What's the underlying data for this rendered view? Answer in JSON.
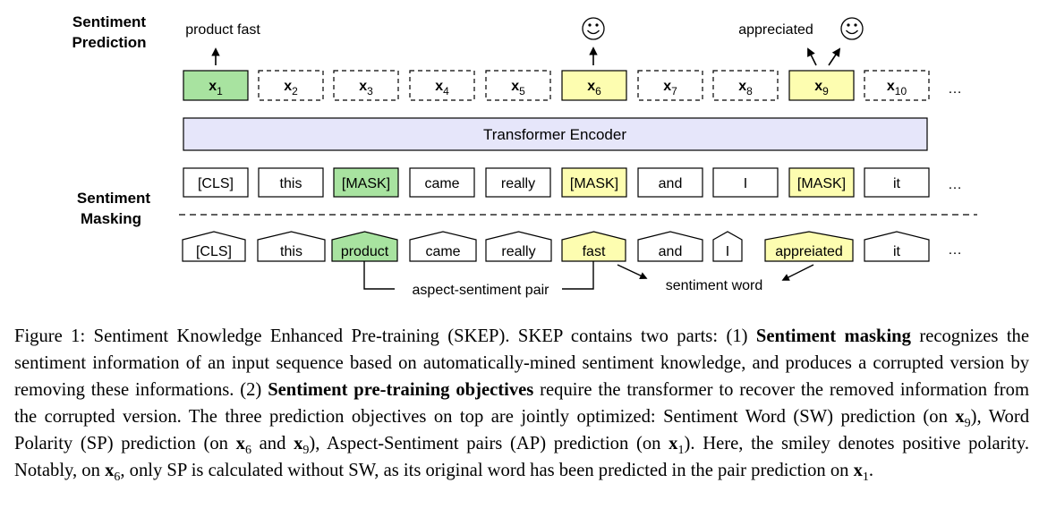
{
  "figure": {
    "labels": {
      "prediction_line1": "Sentiment",
      "prediction_line2": "Prediction",
      "masking_line1": "Sentiment",
      "masking_line2": "Masking"
    },
    "outputs": [
      {
        "base": "x",
        "sub": "1",
        "color": "green"
      },
      {
        "base": "x",
        "sub": "2",
        "color": "none"
      },
      {
        "base": "x",
        "sub": "3",
        "color": "none"
      },
      {
        "base": "x",
        "sub": "4",
        "color": "none"
      },
      {
        "base": "x",
        "sub": "5",
        "color": "none"
      },
      {
        "base": "x",
        "sub": "6",
        "color": "yellow"
      },
      {
        "base": "x",
        "sub": "7",
        "color": "none"
      },
      {
        "base": "x",
        "sub": "8",
        "color": "none"
      },
      {
        "base": "x",
        "sub": "9",
        "color": "yellow"
      },
      {
        "base": "x",
        "sub": "10",
        "color": "none"
      }
    ],
    "ellipsis": "…",
    "annotations": {
      "x1_prediction": "product fast",
      "x9_prediction": "appreciated",
      "smiley_icon": "smiley-face-icon"
    },
    "encoder_label": "Transformer Encoder",
    "masked_tokens": [
      {
        "text": "[CLS]",
        "color": "none"
      },
      {
        "text": "this",
        "color": "none"
      },
      {
        "text": "[MASK]",
        "color": "green"
      },
      {
        "text": "came",
        "color": "none"
      },
      {
        "text": "really",
        "color": "none"
      },
      {
        "text": "[MASK]",
        "color": "yellow"
      },
      {
        "text": "and",
        "color": "none"
      },
      {
        "text": "I",
        "color": "none"
      },
      {
        "text": "[MASK]",
        "color": "yellow"
      },
      {
        "text": "it",
        "color": "none"
      }
    ],
    "original_tokens": [
      {
        "text": "[CLS]",
        "color": "none"
      },
      {
        "text": "this",
        "color": "none"
      },
      {
        "text": "product",
        "color": "green"
      },
      {
        "text": "came",
        "color": "none"
      },
      {
        "text": "really",
        "color": "none"
      },
      {
        "text": "fast",
        "color": "yellow"
      },
      {
        "text": "and",
        "color": "none"
      },
      {
        "text": "I",
        "color": "none"
      },
      {
        "text": "appreiated",
        "color": "yellow"
      },
      {
        "text": "it",
        "color": "none"
      }
    ],
    "bottom_labels": {
      "pair": "aspect-sentiment pair",
      "word": "sentiment word"
    },
    "colors": {
      "green": "#a8e3a0",
      "yellow": "#fdfdb0",
      "encoder": "#e6e6fa"
    }
  },
  "caption": {
    "c1": "Figure 1: Sentiment Knowledge Enhanced Pre-training (SKEP). SKEP contains two parts: (1) ",
    "b1": "Sentiment masking",
    "c2": " recognizes the sentiment information of an input sequence based on automatically-mined sentiment knowledge, and produces a corrupted version by removing these informations. (2) ",
    "b2": "Sentiment pre-training objectives",
    "c3": " require the transformer to recover the removed information from the corrupted version. The three prediction objectives on top are jointly optimized: Sentiment Word (SW) prediction (on ",
    "v1": "x",
    "s1": "9",
    "c4": "), Word Polarity (SP) prediction (on ",
    "v2": "x",
    "s2": "6",
    "c5": " and ",
    "v3": "x",
    "s3": "9",
    "c6": "), Aspect-Sentiment pairs (AP) prediction (on ",
    "v4": "x",
    "s4": "1",
    "c7": "). Here, the smiley denotes positive polarity. Notably, on ",
    "v5": "x",
    "s5": "6",
    "c8": ", only SP is calculated without SW, as its original word has been predicted in the pair prediction on ",
    "v6": "x",
    "s6": "1",
    "c9": "."
  }
}
